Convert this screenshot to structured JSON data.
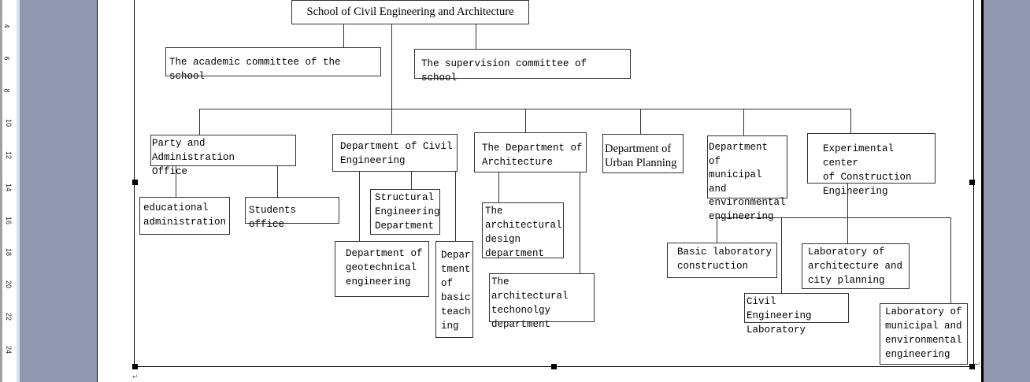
{
  "ruler": {
    "marks": [
      "4",
      "6",
      "8",
      "10",
      "12",
      "14",
      "16",
      "18",
      "20",
      "22",
      "24"
    ]
  },
  "chart": {
    "root": "School of Civil Engineering and Architecture",
    "academic": "The academic committee of the school",
    "supervision": "The supervision committee of school",
    "party": "Party and Administration\nOffice",
    "educational": "educational\nadministration",
    "students": "Students office",
    "civil": "Department of Civil\nEngineering",
    "structural": "Structural\nEngineering\nDepartment",
    "geotechnical": "Department of\ngeotechnical\nengineering",
    "basic_teaching": "Depar\ntment\nof\nbasic\nteach\ning",
    "architecture": "The Department of\nArchitecture",
    "design": "The\narchitectural\ndesign\ndepartment",
    "technology": "The architectural\ntechonolgy\ndepartment",
    "urban": "Department of\nUrban Planning",
    "municipal": "Department of\nmunicipal and\nenvironmental\nengineering",
    "experimental": "Experimental center\nof Construction\nEngineering",
    "basic_lab": "Basic laboratory\nconstruction",
    "civil_lab": "Civil Engineering\nLaboratory",
    "arch_lab": "Laboratory of\narchitecture and\ncity planning",
    "muni_lab": "Laboratory of\nmunicipal and\nenvironmental\nengineering"
  }
}
